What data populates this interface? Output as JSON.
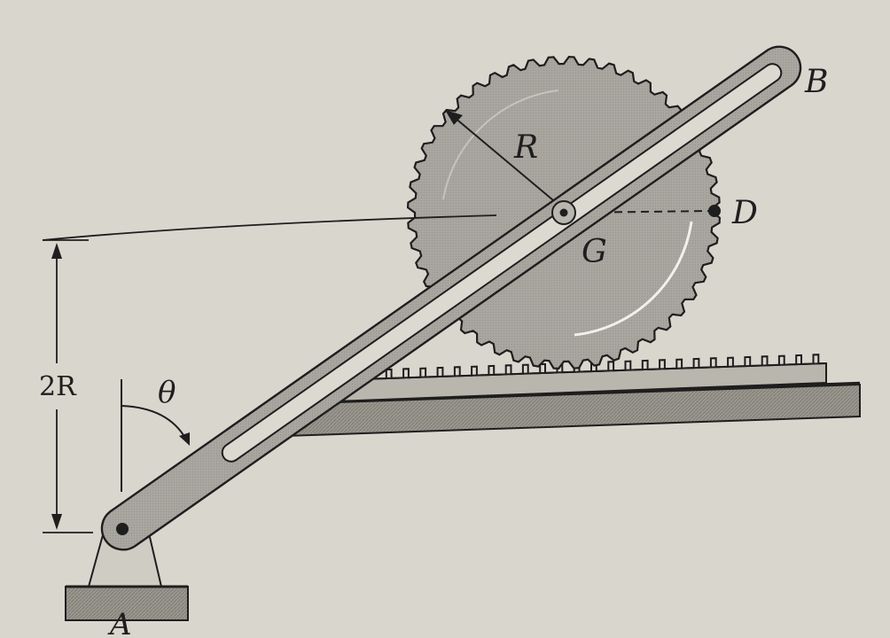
{
  "figure": {
    "labels": {
      "pin": "A",
      "slot_end": "B",
      "gear_center": "G",
      "rim_point": "D",
      "radius": "R",
      "height": "2R",
      "angle": "θ"
    },
    "colors": {
      "paper": "#d9d6ce",
      "ink": "#1e1e1e",
      "gear_fill": "#a7a49e",
      "link_fill": "#b3b0a9",
      "rack_fill": "#b9b6ae",
      "ground_fill": "#9a978f"
    }
  }
}
